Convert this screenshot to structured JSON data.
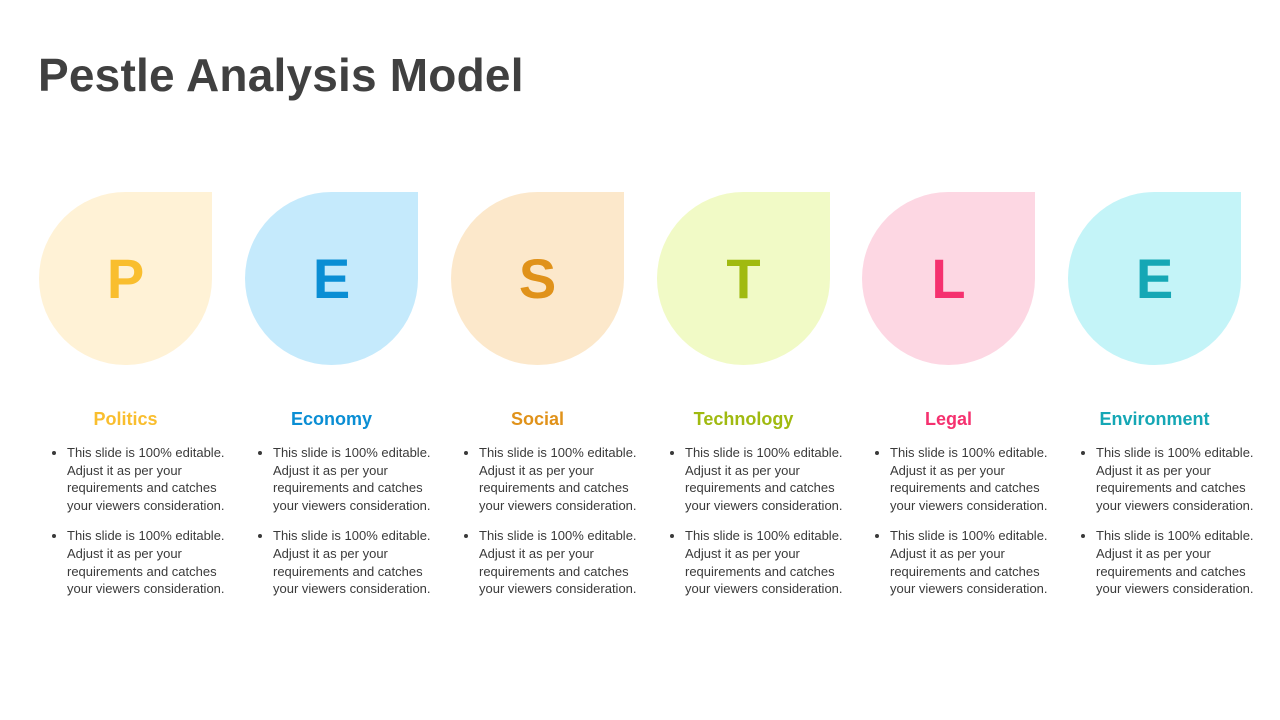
{
  "title": "Pestle Analysis Model",
  "items": [
    {
      "letter": "P",
      "label": "Politics",
      "bg": "#FFF2D6",
      "color": "#F9BE2E",
      "bullets": [
        "This slide is 100% editable. Adjust it as per your requirements and catches your viewers consideration.",
        "This slide is 100% editable. Adjust it as per your requirements and catches your viewers consideration."
      ]
    },
    {
      "letter": "E",
      "label": "Economy",
      "bg": "#C5EAFC",
      "color": "#0A8ED4",
      "bullets": [
        "This slide is 100% editable. Adjust it as per your requirements and catches your viewers consideration.",
        "This slide is 100% editable. Adjust it as per your requirements and catches your viewers consideration."
      ]
    },
    {
      "letter": "S",
      "label": "Social",
      "bg": "#FCE8CB",
      "color": "#E0921A",
      "bullets": [
        "This slide is 100% editable. Adjust it as per your requirements and catches your viewers consideration.",
        "This slide is 100% editable. Adjust it as per your requirements and catches your viewers consideration."
      ]
    },
    {
      "letter": "T",
      "label": "Technology",
      "bg": "#F1FAC6",
      "color": "#A0BA10",
      "bullets": [
        "This slide is 100% editable. Adjust it as per your requirements and catches your viewers consideration.",
        "This slide is 100% editable. Adjust it as per your requirements and catches your viewers consideration."
      ]
    },
    {
      "letter": "L",
      "label": "Legal",
      "bg": "#FDD7E3",
      "color": "#F5316F",
      "bullets": [
        "This slide is 100% editable. Adjust it as per your requirements and catches your viewers consideration.",
        "This slide is 100% editable. Adjust it as per your requirements and catches your viewers consideration."
      ]
    },
    {
      "letter": "E",
      "label": "Environment",
      "bg": "#C4F4F8",
      "color": "#15A7B5",
      "bullets": [
        "This slide is 100% editable. Adjust it as per your requirements and catches your viewers consideration.",
        "This slide is 100% editable. Adjust it as per your requirements and catches your viewers consideration."
      ]
    }
  ]
}
